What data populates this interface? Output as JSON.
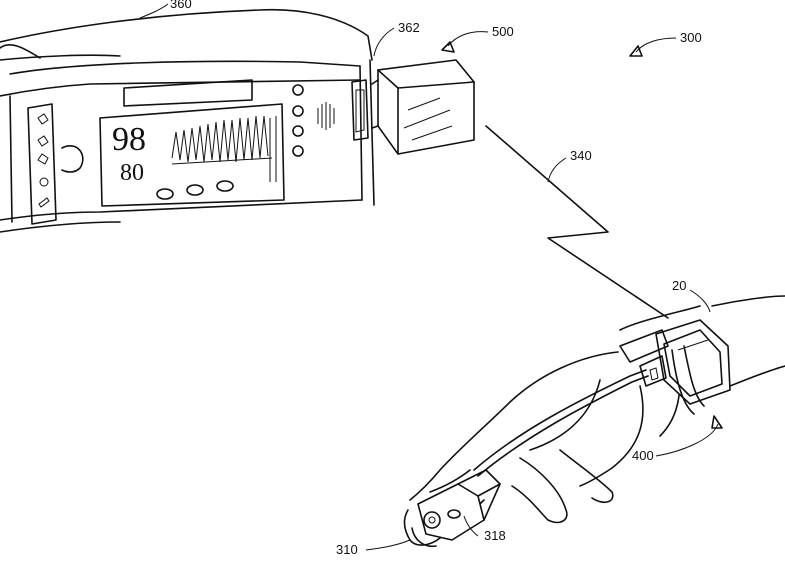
{
  "labels": {
    "monitor": "360",
    "connector": "362",
    "module": "500",
    "system": "300",
    "wireless_link": "340",
    "wrist_band": "20",
    "wrist_unit": "400",
    "finger_clip": "310",
    "cable": "318"
  },
  "display": {
    "spo2_value": "98",
    "pulse_value": "80"
  }
}
